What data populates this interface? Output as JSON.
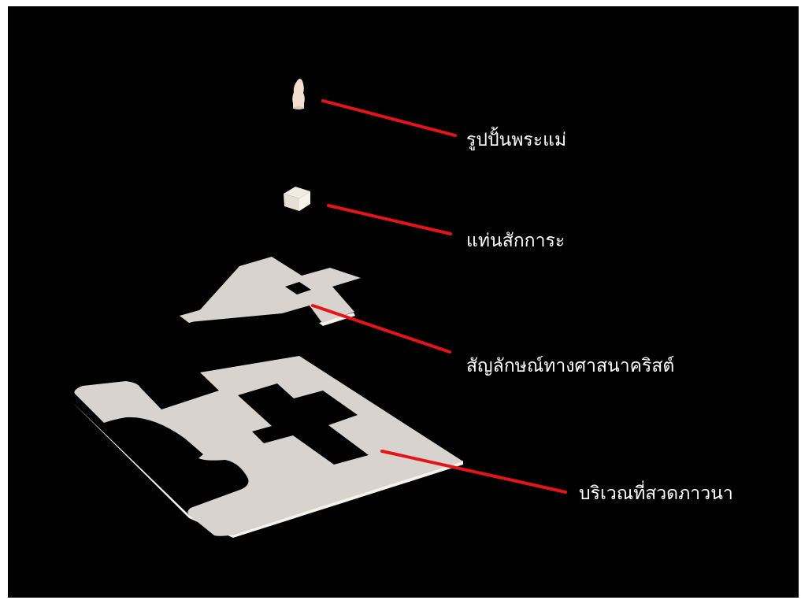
{
  "diagram": {
    "background": "#000000",
    "leader_color": "#e4141b",
    "surface_color": "#d9d3cf",
    "labels": {
      "statue": "รูปปั้นพระแม่",
      "pedestal": "แท่นสักการะ",
      "cross": "สัญลักษณ์ทางศาสนาคริสต์",
      "prayer_area": "บริเวณที่สวดภาวนา"
    }
  }
}
